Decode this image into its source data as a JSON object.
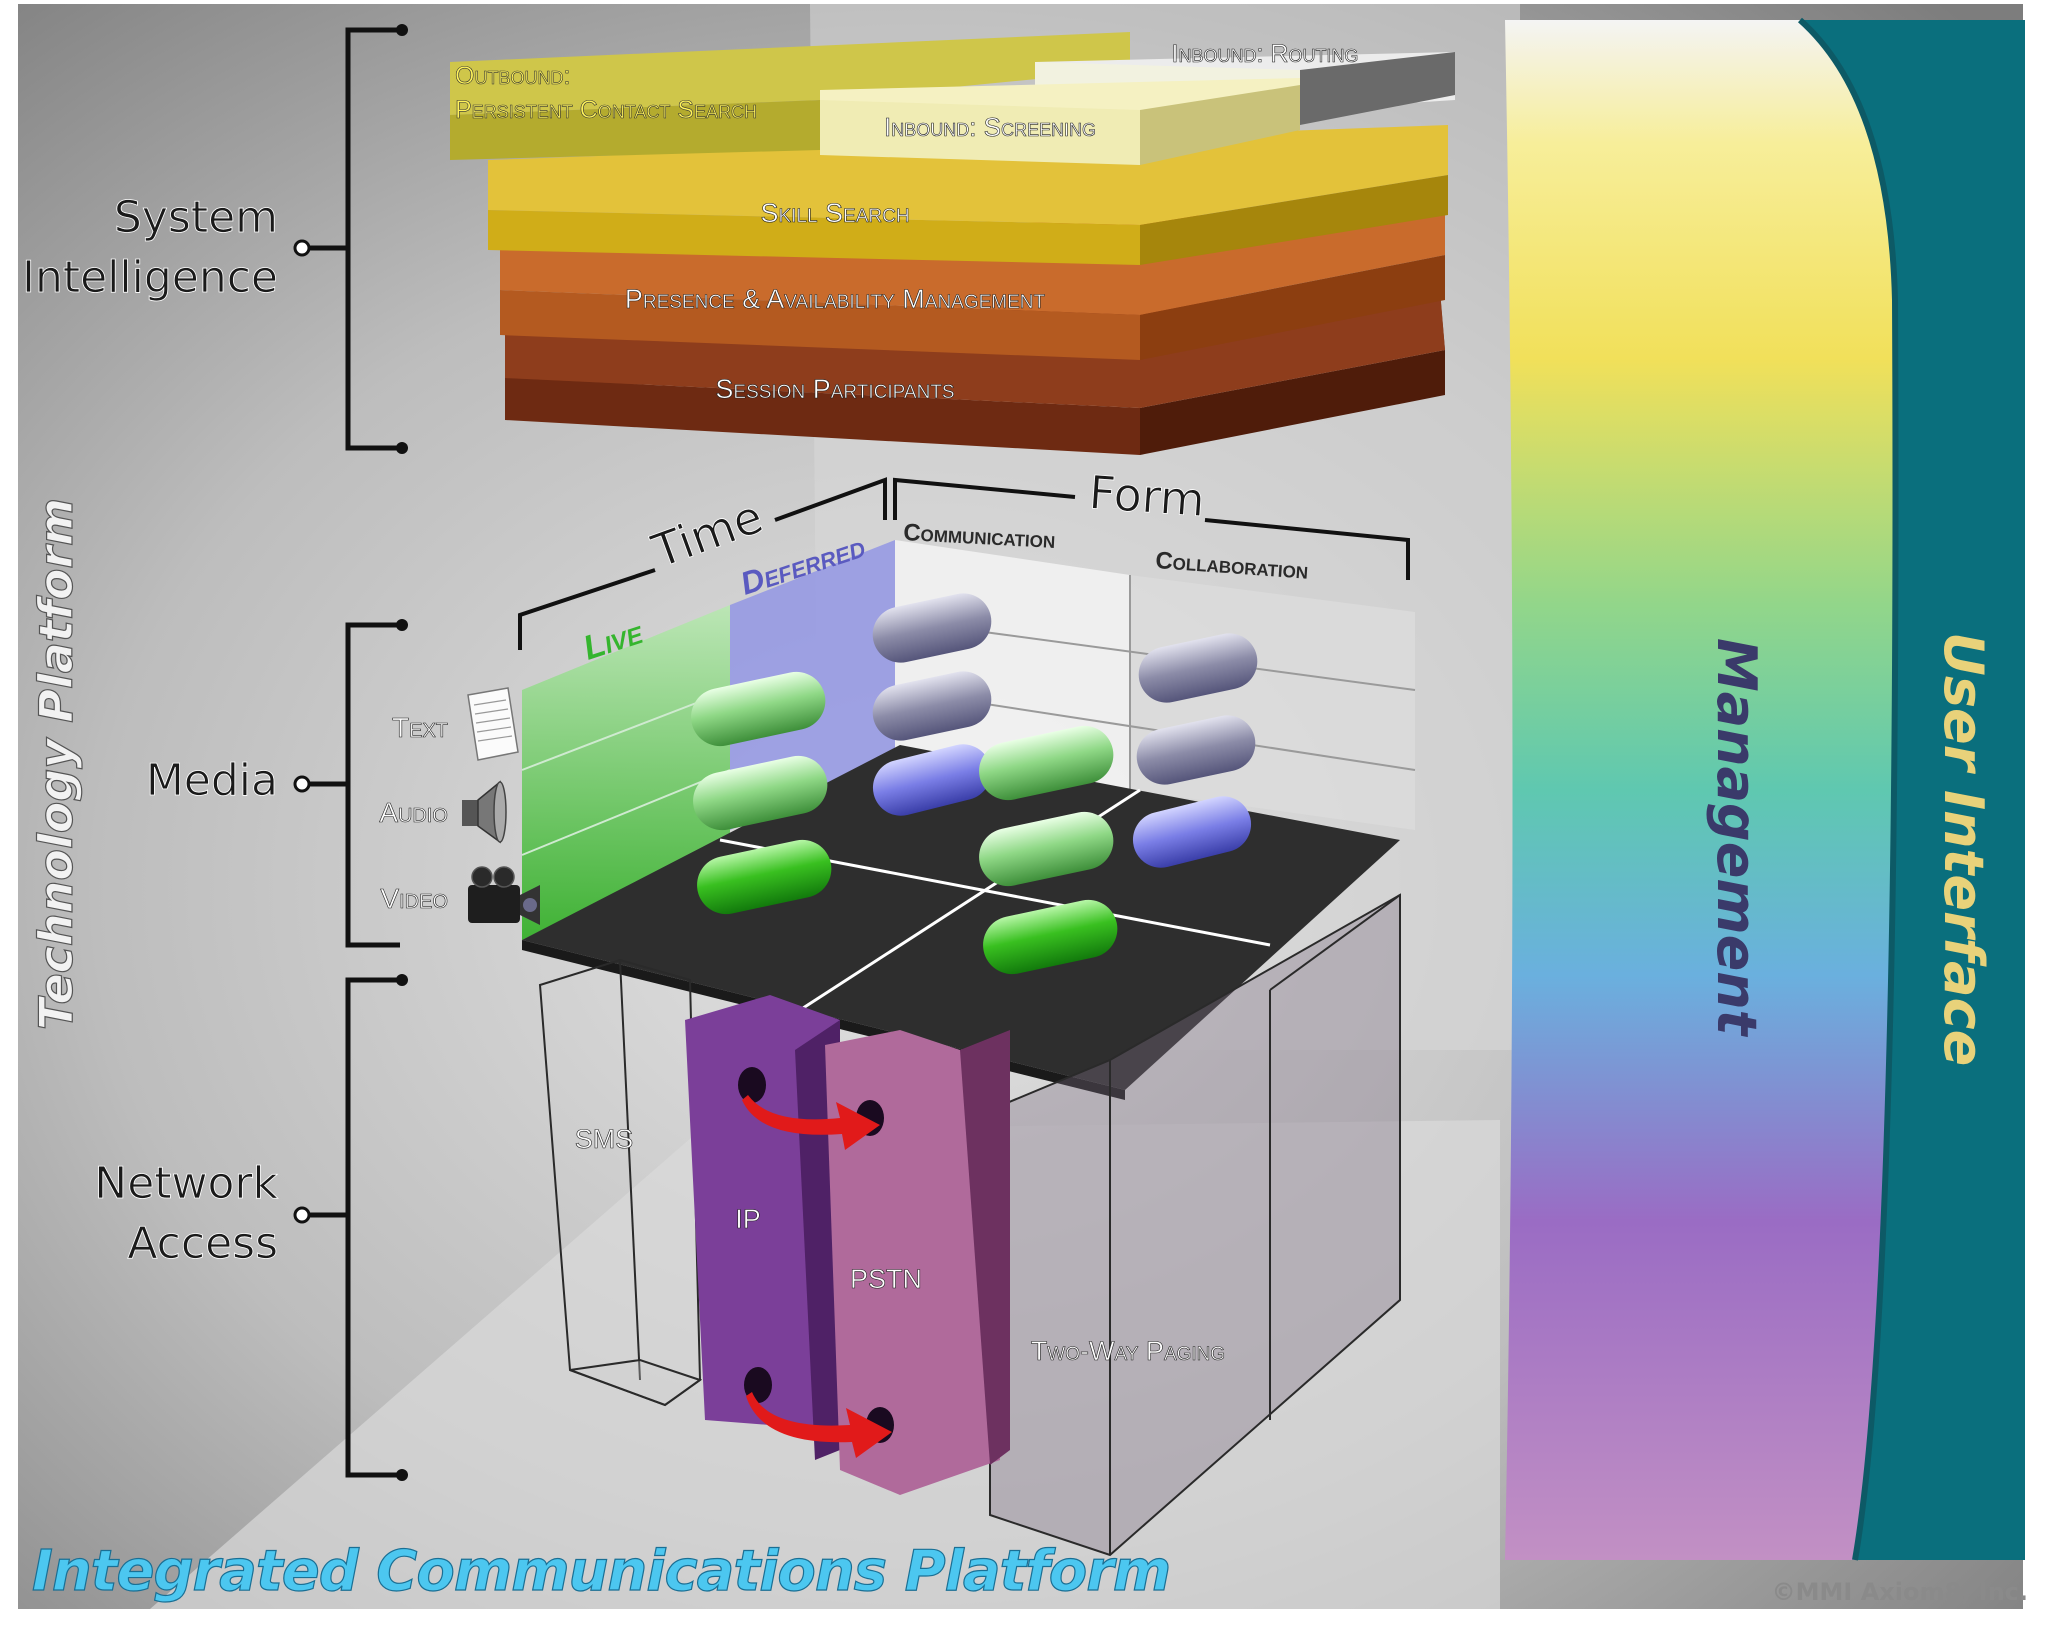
{
  "title": "Integrated Communications Platform",
  "copyright": "©MMI Axiom8, Inc.",
  "side_labels": {
    "technology_platform": "Technology Platform",
    "management": "Management",
    "user_interface": "User Interface"
  },
  "brackets": {
    "system_intelligence": [
      "System",
      "Intelligence"
    ],
    "media": "Media",
    "network_access": [
      "Network",
      "Access"
    ]
  },
  "layers": {
    "outbound": [
      "Outbound:",
      "Persistent Contact Search"
    ],
    "inbound_routing": "Inbound: Routing",
    "inbound_screening": "Inbound: Screening",
    "skill_search": "Skill Search",
    "presence": "Presence & Availability Management",
    "session": "Session Participants"
  },
  "axes": {
    "time": "Time",
    "form": "Form",
    "live": "Live",
    "deferred": "Deferred",
    "communication": "Communication",
    "collaboration": "Collaboration"
  },
  "media_types": [
    "Text",
    "Audio",
    "Video"
  ],
  "networks": {
    "sms": "SMS",
    "ip": "IP",
    "pstn": "PSTN",
    "paging": "Two-Way Paging"
  },
  "colors": {
    "title": "#4cc7f0",
    "teal_panel": "#0a6f7d",
    "user_interface_text": "#e8d27a",
    "live": "#35b52e",
    "deferred": "#6f6fd0",
    "ip": "#7b3f99",
    "pstn": "#b06a9b",
    "arrow": "#e11a1a"
  }
}
